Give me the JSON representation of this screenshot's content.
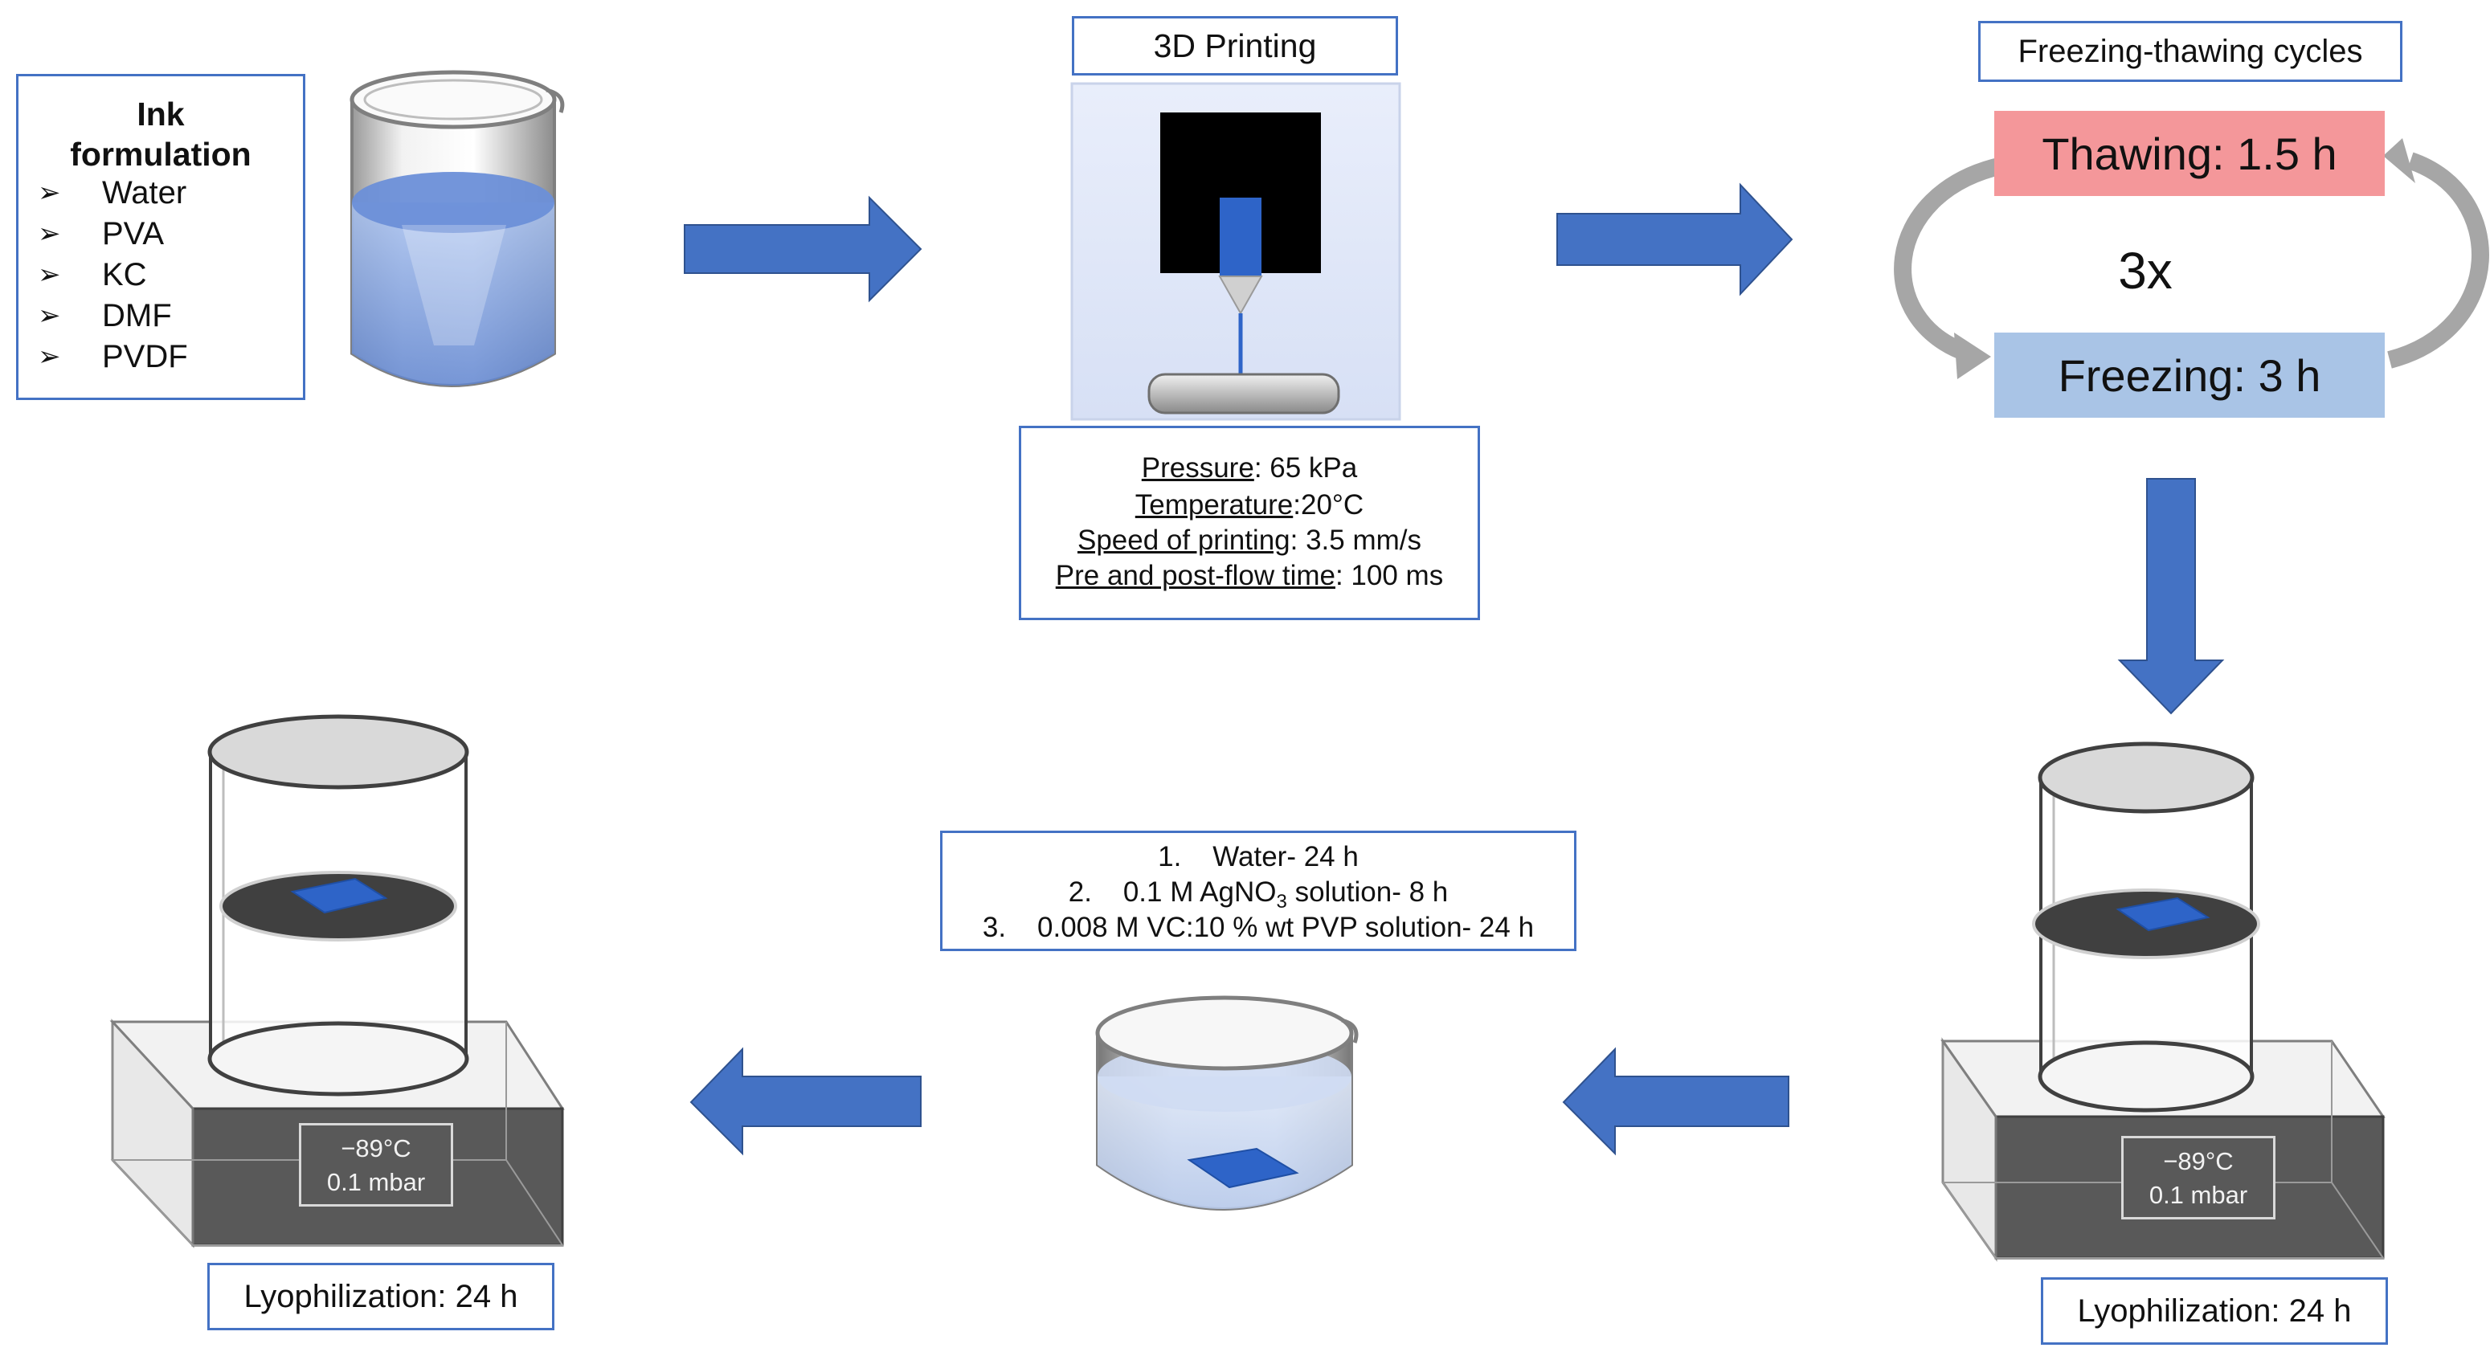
{
  "ink_formulation": {
    "title_line1": "Ink",
    "title_line2": "formulation",
    "bullet_glyph": "➢",
    "items": [
      "Water",
      "PVA",
      "KC",
      "DMF",
      "PVDF"
    ]
  },
  "printing": {
    "title": "3D Printing",
    "params": [
      {
        "label": "Pressure",
        "value": ": 65 kPa"
      },
      {
        "label": "Temperature",
        "value": ":20°C"
      },
      {
        "label": "Speed of printing",
        "value": ": 3.5 mm/s"
      },
      {
        "label": "Pre and post-flow time",
        "value": ": 100 ms"
      }
    ]
  },
  "freeze_thaw": {
    "title": "Freezing-thawing cycles",
    "thawing": "Thawing: 1.5 h",
    "freezing": "Freezing: 3 h",
    "repeat": "3x",
    "thawing_color": "#f4979a",
    "freezing_color": "#a9c4e6"
  },
  "washing": {
    "steps": [
      {
        "num": "1.",
        "text": "Water- 24 h"
      },
      {
        "num": "2.",
        "text_pre": "0.1 M AgNO",
        "sub": "3",
        "text_post": " solution- 8 h"
      },
      {
        "num": "3.",
        "text": "0.008 M VC:10 % wt PVP solution- 24 h"
      }
    ]
  },
  "lyophilization": {
    "left_label": "Lyophilization: 24 h",
    "right_label": "Lyophilization: 24 h",
    "temperature": "−89°C",
    "pressure": "0.1 mbar"
  },
  "colors": {
    "arrow": "#4472c4",
    "box_border": "#4472c4",
    "sample_blue": "#2e64c8",
    "cycle_arrow": "#a6a6a6"
  },
  "icons": [
    "beaker-icon",
    "printer-icon",
    "cycle-arrow-icon",
    "freeze-dryer-icon",
    "flow-arrow-icon"
  ]
}
